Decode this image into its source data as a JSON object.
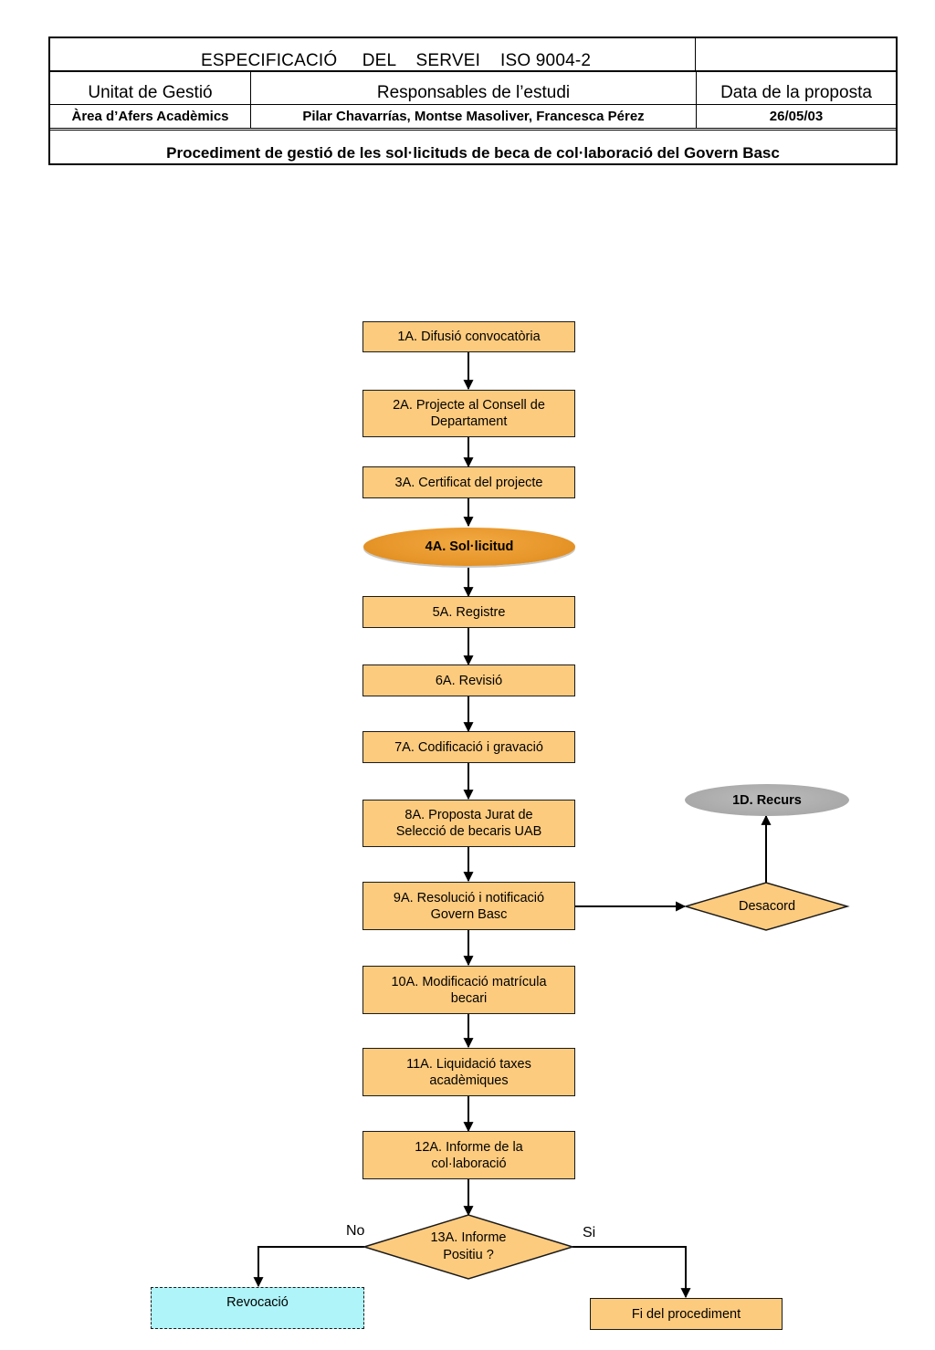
{
  "header": {
    "title": "ESPECIFICACIÓ     DEL    SERVEI    ISO 9004-2",
    "col1_label": "Unitat de Gestió",
    "col2_label": "Responsables de l’estudi",
    "col3_label": "Data de la proposta",
    "col1_value": "Àrea d’Afers Acadèmics",
    "col2_value": "Pilar Chavarrías, Montse Masoliver, Francesca Pérez",
    "col3_value": "26/05/03",
    "procedure": "Procediment de gestió de les sol·licituds de beca de col·laboració del Govern Basc"
  },
  "flow": {
    "s1": "1A. Difusió convocatòria",
    "s2": "2A. Projecte al Consell de Departament",
    "s3": "3A. Certificat del projecte",
    "s4": "4A. Sol·licitud",
    "s5": "5A. Registre",
    "s6": "6A. Revisió",
    "s7": "7A. Codificació i gravació",
    "s8": "8A. Proposta Jurat de Selecció de becaris UAB",
    "s9": "9A. Resolució i notificació Govern Basc",
    "s10": "10A. Modificació matrícula becari",
    "s11": "11A. Liquidació taxes acadèmiques",
    "s12": "12A. Informe de la col·laboració",
    "s13": "13A. Informe Positiu ?",
    "desacord": "Desacord",
    "recurs": "1D. Recurs",
    "no_label": "No",
    "si_label": "Si",
    "revocacio": "Revocació",
    "fi": "Fi del procediment"
  },
  "colors": {
    "box_fill": "#fdcb7e",
    "start_ellipse": "#e7962a",
    "recurs_ellipse": "#a9a9a9",
    "revocacio_fill": "#aef4f8"
  }
}
